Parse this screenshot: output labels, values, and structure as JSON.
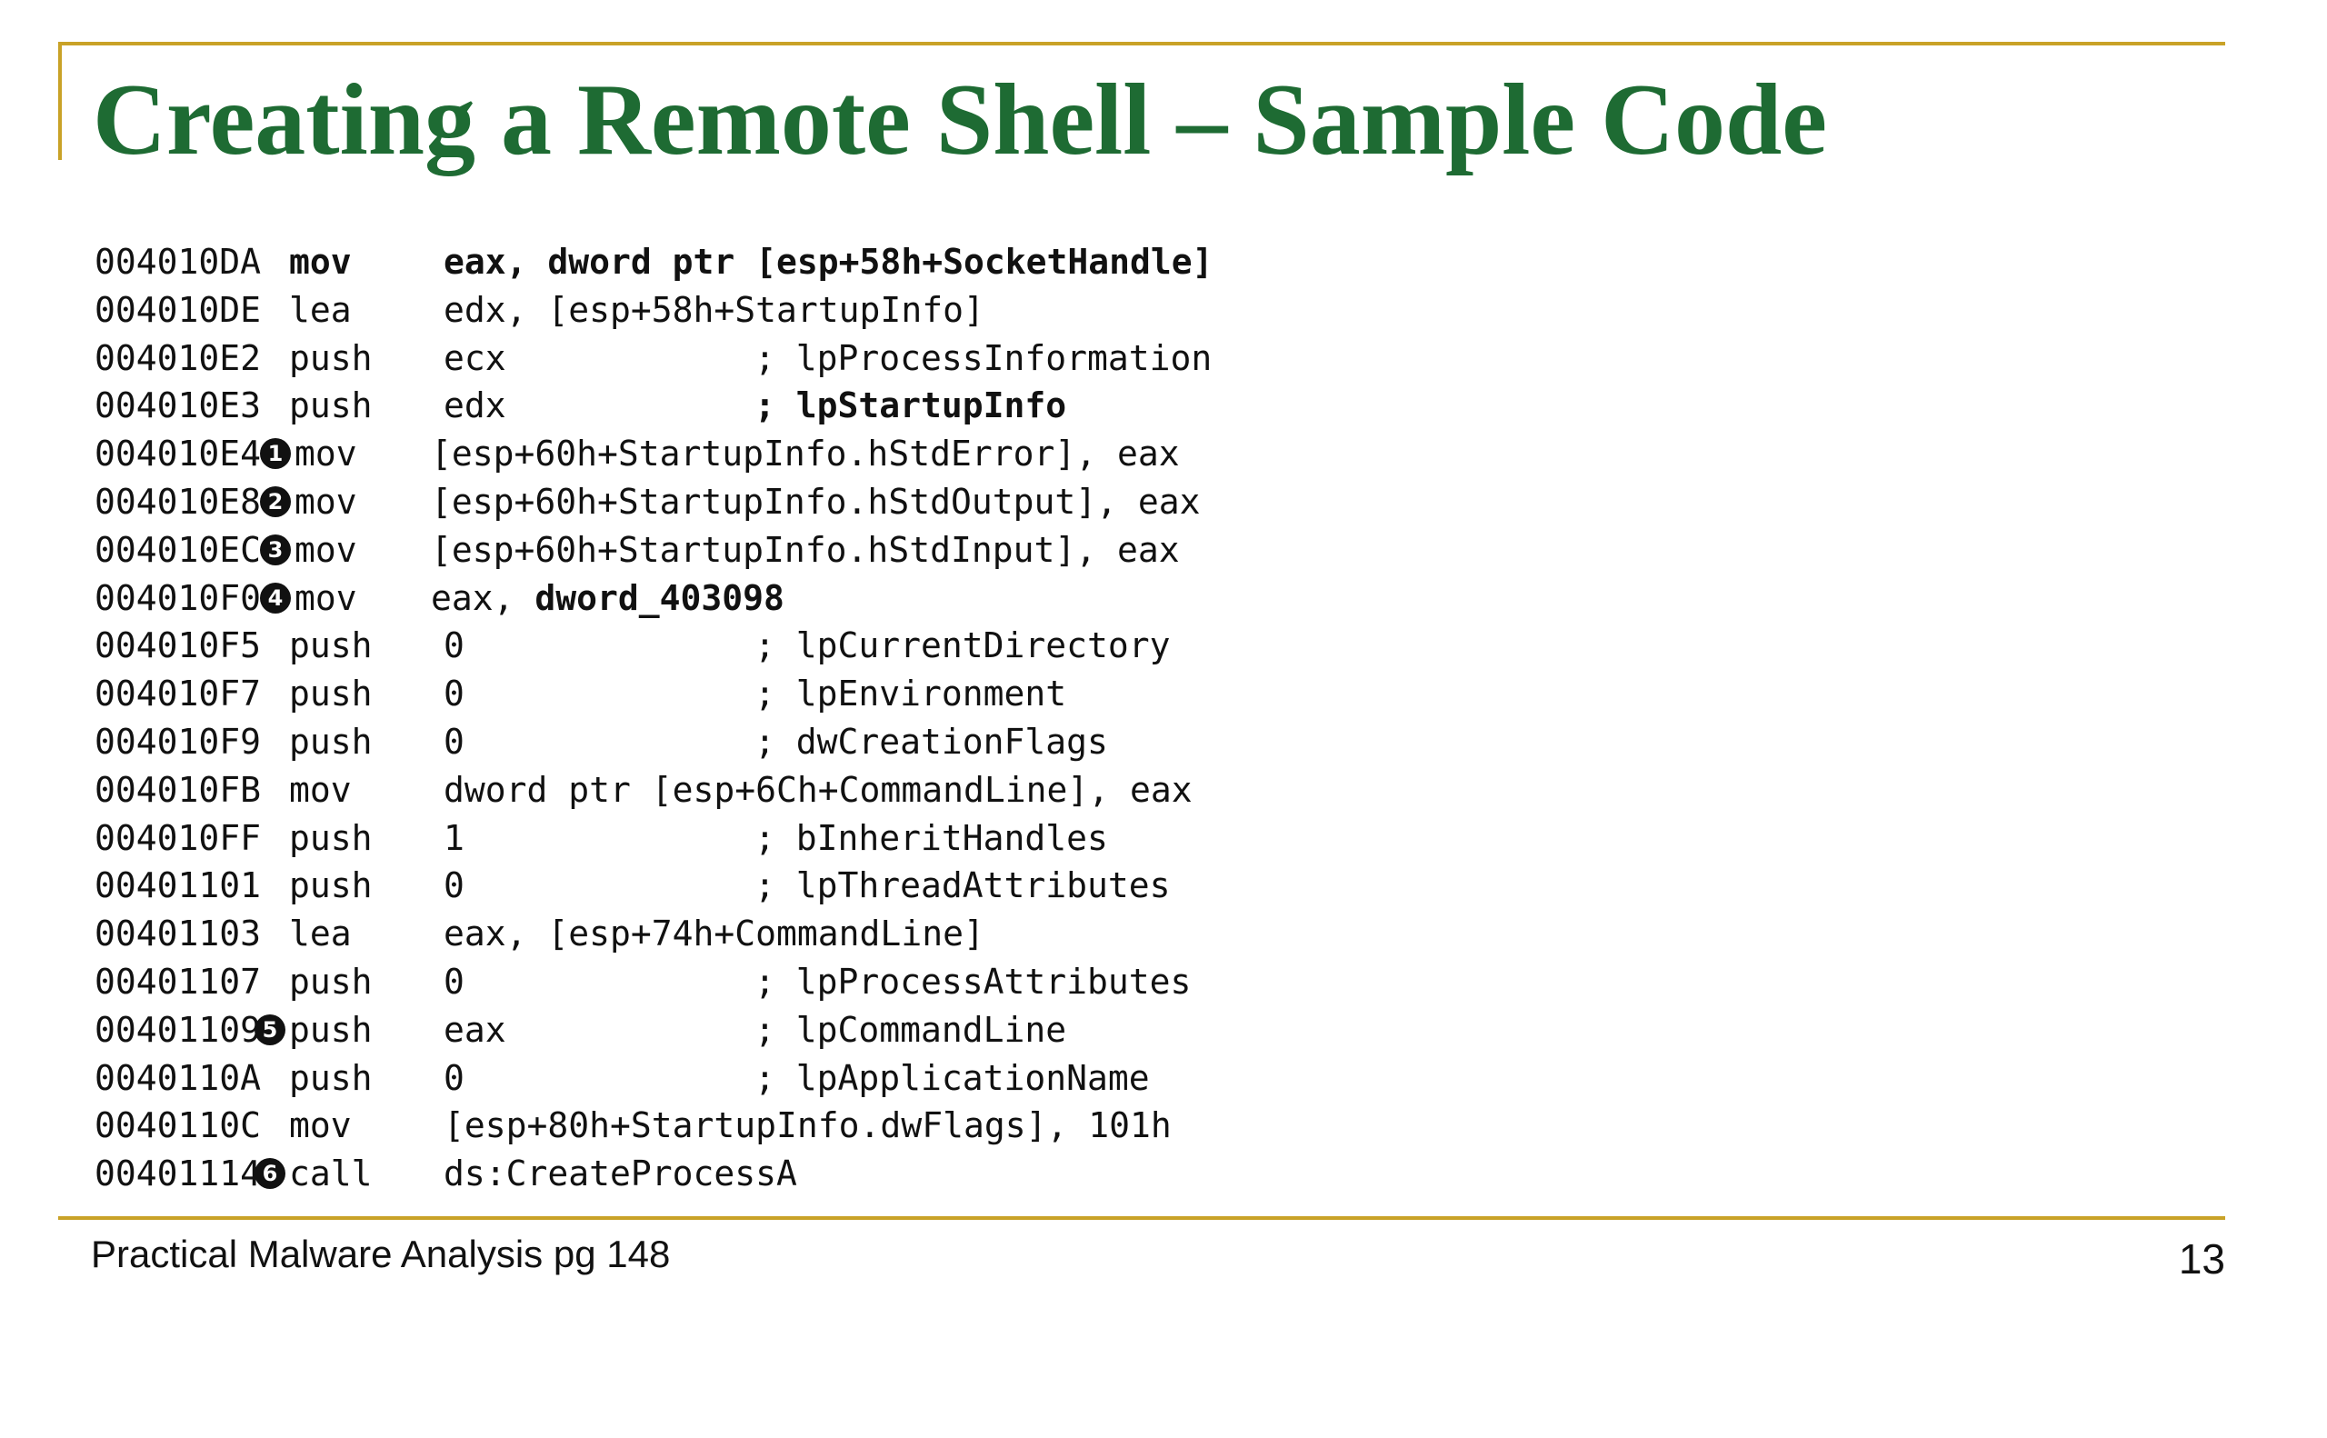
{
  "slide": {
    "title": "Creating a Remote Shell – Sample Code",
    "footer": "Practical Malware Analysis pg 148",
    "page_number": "13",
    "accent_color": "#c9a227",
    "title_color": "#1e6b33"
  },
  "code": {
    "lines": [
      {
        "addr": "004010DA",
        "marker": "",
        "mnem": "mov",
        "ops": "eax, dword ptr [esp+58h+SocketHandle]",
        "comment": "",
        "bold": true
      },
      {
        "addr": "004010DE",
        "marker": "",
        "mnem": "lea",
        "ops": "edx, [esp+58h+StartupInfo]",
        "comment": ""
      },
      {
        "addr": "004010E2",
        "marker": "",
        "mnem": "push",
        "ops": "ecx",
        "comment": "; lpProcessInformation"
      },
      {
        "addr": "004010E3",
        "marker": "",
        "mnem": "push",
        "ops": "edx",
        "comment": "; lpStartupInfo",
        "bold_comment": true
      },
      {
        "addr": "004010E4",
        "marker": "1",
        "mnem": "mov",
        "ops": "[esp+60h+StartupInfo.hStdError], eax",
        "comment": ""
      },
      {
        "addr": "004010E8",
        "marker": "2",
        "mnem": "mov",
        "ops": "[esp+60h+StartupInfo.hStdOutput], eax",
        "comment": ""
      },
      {
        "addr": "004010EC",
        "marker": "3",
        "mnem": "mov",
        "ops": "[esp+60h+StartupInfo.hStdInput], eax",
        "comment": ""
      },
      {
        "addr": "004010F0",
        "marker": "4",
        "mnem": "mov",
        "ops": "eax, dword_403098",
        "comment": ""
      },
      {
        "addr": "004010F5",
        "marker": "",
        "mnem": "push",
        "ops": "0",
        "comment": "; lpCurrentDirectory"
      },
      {
        "addr": "004010F7",
        "marker": "",
        "mnem": "push",
        "ops": "0",
        "comment": "; lpEnvironment"
      },
      {
        "addr": "004010F9",
        "marker": "",
        "mnem": "push",
        "ops": "0",
        "comment": "; dwCreationFlags"
      },
      {
        "addr": "004010FB",
        "marker": "",
        "mnem": "mov",
        "ops": "dword ptr [esp+6Ch+CommandLine], eax",
        "comment": ""
      },
      {
        "addr": "004010FF",
        "marker": "",
        "mnem": "push",
        "ops": "1",
        "comment": "; bInheritHandles"
      },
      {
        "addr": "00401101",
        "marker": "",
        "mnem": "push",
        "ops": "0",
        "comment": "; lpThreadAttributes"
      },
      {
        "addr": "00401103",
        "marker": "",
        "mnem": "lea",
        "ops": "eax, [esp+74h+CommandLine]",
        "comment": ""
      },
      {
        "addr": "00401107",
        "marker": "",
        "mnem": "push",
        "ops": "0",
        "comment": "; lpProcessAttributes"
      },
      {
        "addr": "00401109",
        "marker": "5",
        "mnem": "push",
        "ops": "eax",
        "comment": "; lpCommandLine"
      },
      {
        "addr": "0040110A",
        "marker": "",
        "mnem": "push",
        "ops": "0",
        "comment": "; lpApplicationName"
      },
      {
        "addr": "0040110C",
        "marker": "",
        "mnem": "mov",
        "ops": "[esp+80h+StartupInfo.dwFlags], 101h",
        "comment": ""
      },
      {
        "addr": "00401114",
        "marker": "6",
        "mnem": "call",
        "ops": "ds:CreateProcessA",
        "comment": ""
      }
    ]
  }
}
